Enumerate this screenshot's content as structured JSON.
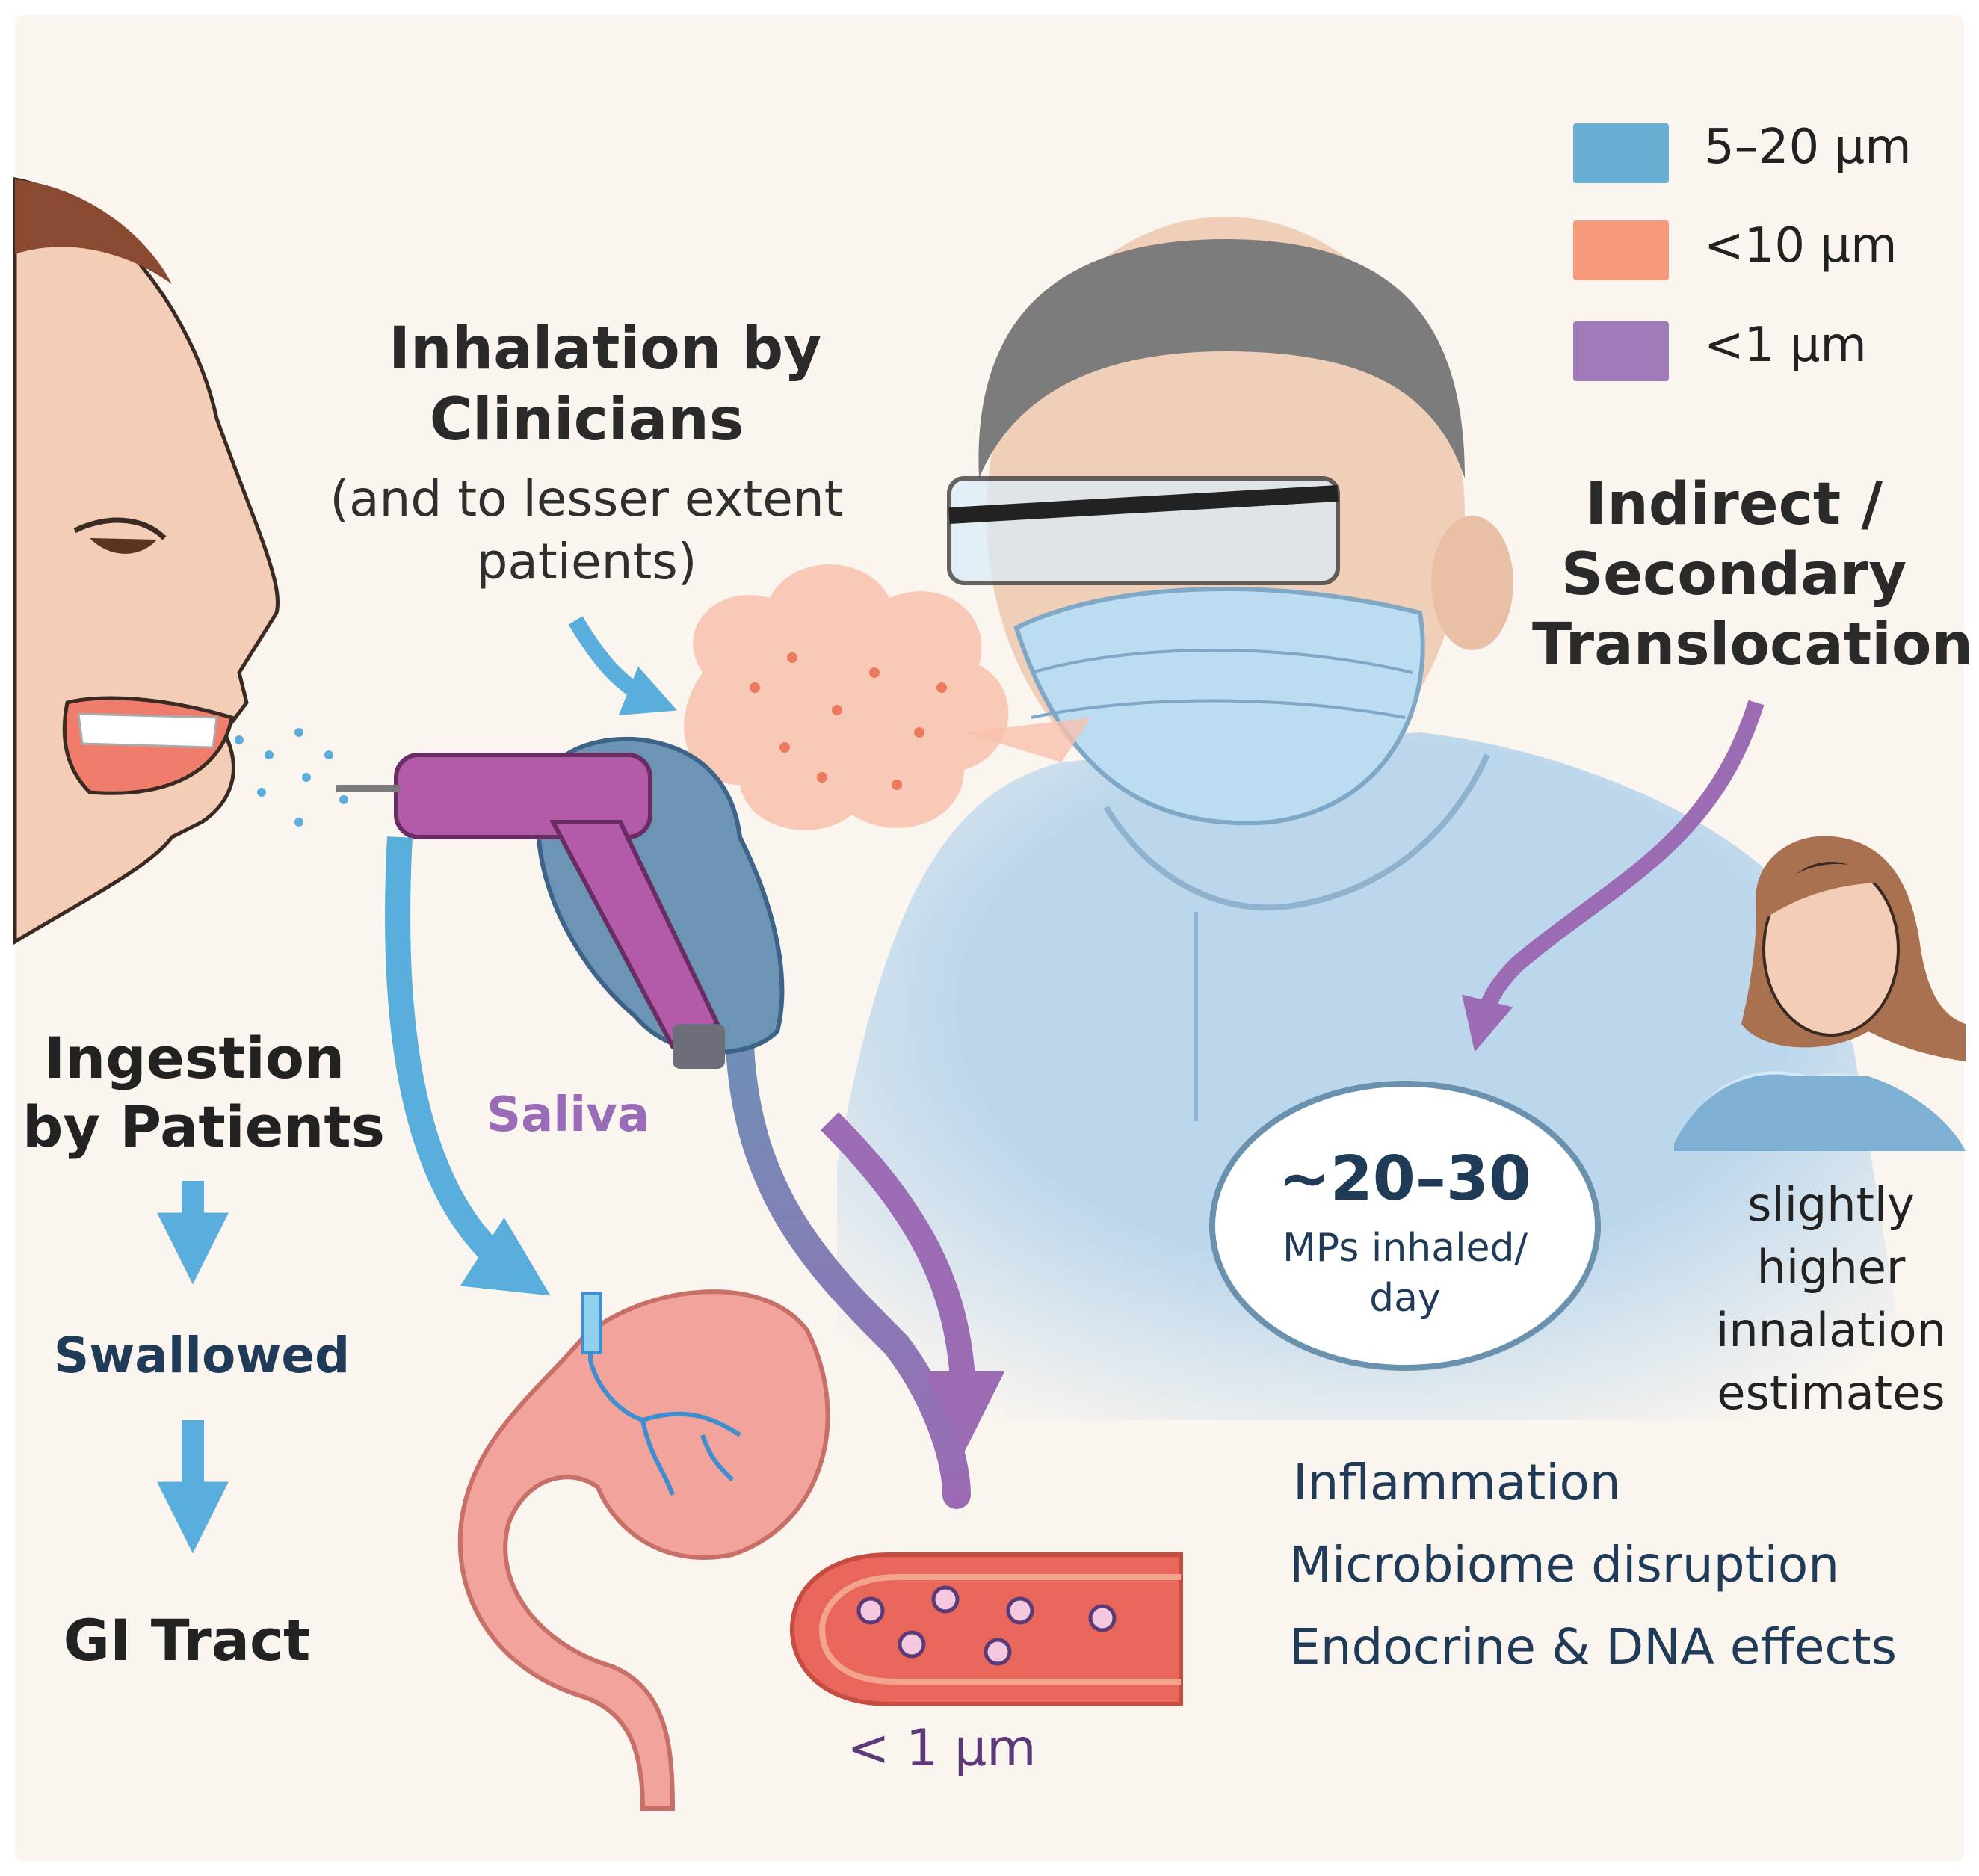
{
  "legend": [
    {
      "label": "5–20 µm",
      "color": "#6aaed3"
    },
    {
      "label": "<10 µm",
      "color": "#f79a7c"
    },
    {
      "label": "<1 µm",
      "color": "#9f79b8"
    }
  ],
  "inhalation": {
    "title_line1": "Inhalation by",
    "title_line2": "Clinicians",
    "subtitle_line1": "(and to lesser extent",
    "subtitle_line2": "patients)"
  },
  "indirect": {
    "line1": "Indirect /",
    "line2": "Secondary",
    "line3": "Translocation"
  },
  "ingestion": {
    "title_line1": "Ingestion",
    "title_line2": "by Patients",
    "step1": "Swallowed",
    "step2": "GI Tract"
  },
  "saliva_label": "Saliva",
  "estimate": {
    "value": "~20–30",
    "unit_line1": "MPs inhaled/",
    "unit_line2": "day"
  },
  "patient_note": [
    "slightly",
    "higher",
    "innalation",
    "estimates"
  ],
  "effects": [
    "Inflammation",
    "Microbiome disruption",
    "Endocrine & DNA effects"
  ],
  "particle_label": "< 1 µm",
  "colors": {
    "blue_arrow": "#5aaedc",
    "purple_arrow": "#9b6bb3",
    "gut": "#f2a39b",
    "vessel": "#e8675a",
    "scrubs": "#bcd7ec"
  }
}
